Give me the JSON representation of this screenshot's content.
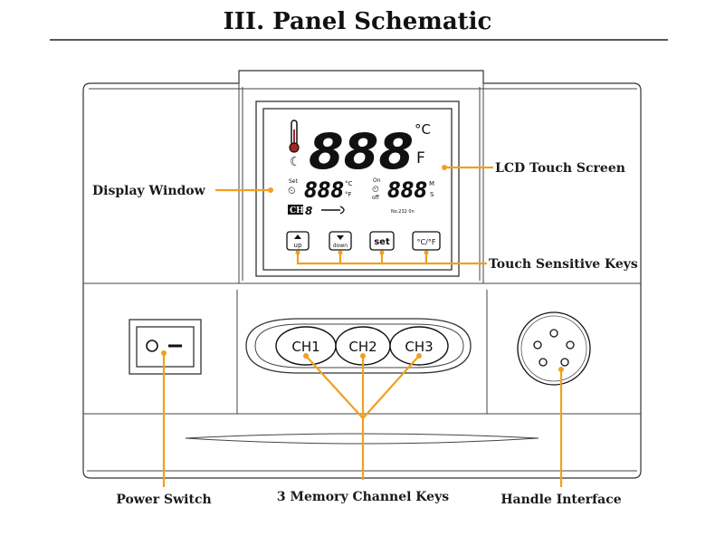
{
  "title": "III. Panel Schematic",
  "labels": {
    "display_window": "Display Window",
    "lcd_touch_screen": "LCD Touch Screen",
    "touch_sensitive_keys": "Touch Sensitive Keys",
    "power_switch": "Power Switch",
    "memory_channel_keys": "3 Memory Channel Keys",
    "handle_interface": "Handle Interface"
  },
  "lcd": {
    "main_digits": "888",
    "unit_c": "°C",
    "unit_f": "F",
    "set_label": "Set",
    "left_digits": "888",
    "left_unit_c": "°C",
    "left_unit_f": "°F",
    "right_top": "On",
    "right_bottom": "off",
    "right_digits": "888",
    "right_unit_m": "M",
    "right_unit_s": "S",
    "ch_label": "CH",
    "ch_digit": "8",
    "model_text": "No.232 0n"
  },
  "keys": {
    "up": "up",
    "down": "down",
    "set": "set",
    "unit": "°C/°F"
  },
  "channels": [
    "CH1",
    "CH2",
    "CH3"
  ],
  "colors": {
    "leader": "#f0a020",
    "line": "#333333"
  }
}
